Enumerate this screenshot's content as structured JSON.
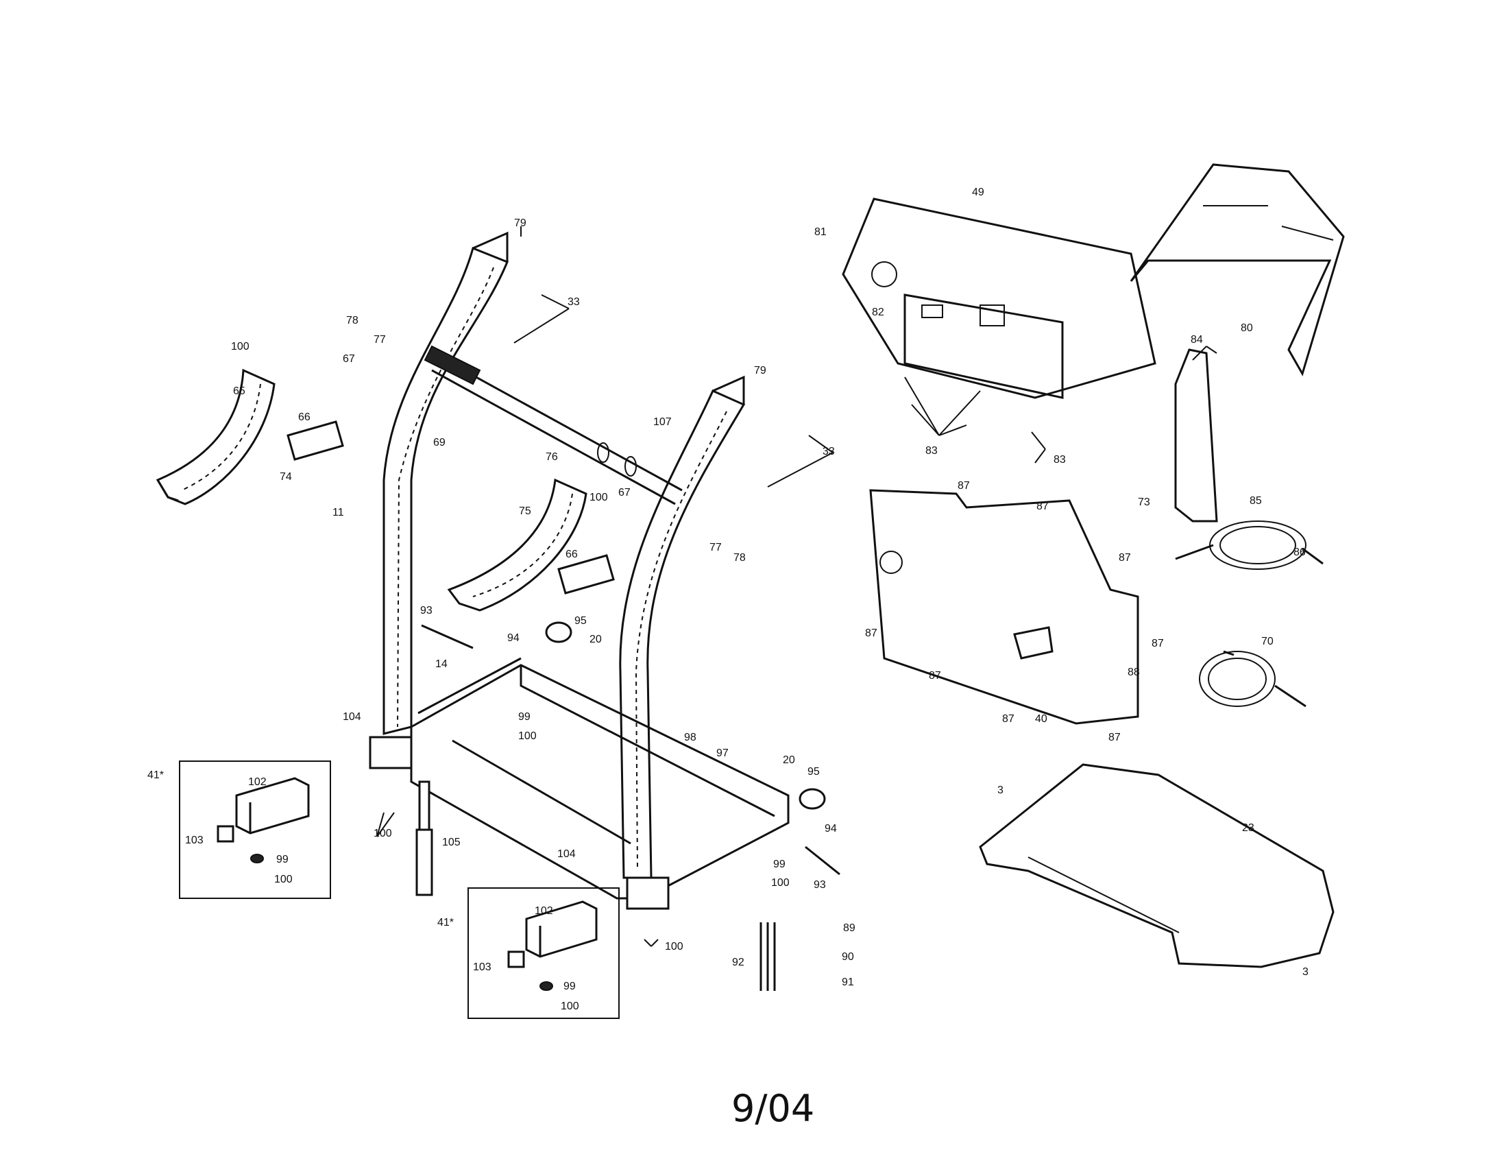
{
  "page_label": "9/04",
  "callouts": [
    {
      "id": "c79a",
      "text": "79"
    },
    {
      "id": "c33a",
      "text": "33"
    },
    {
      "id": "c78a",
      "text": "78"
    },
    {
      "id": "c77a",
      "text": "77"
    },
    {
      "id": "c100a",
      "text": "100"
    },
    {
      "id": "c67a",
      "text": "67"
    },
    {
      "id": "c65",
      "text": "65"
    },
    {
      "id": "c66a",
      "text": "66"
    },
    {
      "id": "c69",
      "text": "69"
    },
    {
      "id": "c74",
      "text": "74"
    },
    {
      "id": "c11",
      "text": "11"
    },
    {
      "id": "c76",
      "text": "76"
    },
    {
      "id": "c79b",
      "text": "79"
    },
    {
      "id": "c107",
      "text": "107"
    },
    {
      "id": "c33b",
      "text": "33"
    },
    {
      "id": "c75",
      "text": "75"
    },
    {
      "id": "c100b",
      "text": "100"
    },
    {
      "id": "c67b",
      "text": "67"
    },
    {
      "id": "c77b",
      "text": "77"
    },
    {
      "id": "c78b",
      "text": "78"
    },
    {
      "id": "c66b",
      "text": "66"
    },
    {
      "id": "c93a",
      "text": "93"
    },
    {
      "id": "c94a",
      "text": "94"
    },
    {
      "id": "c95a",
      "text": "95"
    },
    {
      "id": "c20a",
      "text": "20"
    },
    {
      "id": "c14",
      "text": "14"
    },
    {
      "id": "c104a",
      "text": "104"
    },
    {
      "id": "c99a",
      "text": "99"
    },
    {
      "id": "c100c",
      "text": "100"
    },
    {
      "id": "c41a",
      "text": "41*"
    },
    {
      "id": "c102a",
      "text": "102"
    },
    {
      "id": "c103a",
      "text": "103"
    },
    {
      "id": "c99b",
      "text": "99"
    },
    {
      "id": "c100d",
      "text": "100"
    },
    {
      "id": "c100e",
      "text": "100"
    },
    {
      "id": "c105",
      "text": "105"
    },
    {
      "id": "c98",
      "text": "98"
    },
    {
      "id": "c97",
      "text": "97"
    },
    {
      "id": "c20b",
      "text": "20"
    },
    {
      "id": "c95b",
      "text": "95"
    },
    {
      "id": "c94b",
      "text": "94"
    },
    {
      "id": "c104b",
      "text": "104"
    },
    {
      "id": "c99c",
      "text": "99"
    },
    {
      "id": "c100f",
      "text": "100"
    },
    {
      "id": "c93b",
      "text": "93"
    },
    {
      "id": "c100g",
      "text": "100"
    },
    {
      "id": "c41b",
      "text": "41*"
    },
    {
      "id": "c102b",
      "text": "102"
    },
    {
      "id": "c103b",
      "text": "103"
    },
    {
      "id": "c99d",
      "text": "99"
    },
    {
      "id": "c100h",
      "text": "100"
    },
    {
      "id": "c89",
      "text": "89"
    },
    {
      "id": "c92",
      "text": "92"
    },
    {
      "id": "c90",
      "text": "90"
    },
    {
      "id": "c91",
      "text": "91"
    },
    {
      "id": "c49",
      "text": "49"
    },
    {
      "id": "c81",
      "text": "81"
    },
    {
      "id": "c82",
      "text": "82"
    },
    {
      "id": "c83a",
      "text": "83"
    },
    {
      "id": "c83b",
      "text": "83"
    },
    {
      "id": "c80",
      "text": "80"
    },
    {
      "id": "c84",
      "text": "84"
    },
    {
      "id": "c73",
      "text": "73"
    },
    {
      "id": "c87a",
      "text": "87"
    },
    {
      "id": "c87b",
      "text": "87"
    },
    {
      "id": "c87c",
      "text": "87"
    },
    {
      "id": "c87d",
      "text": "87"
    },
    {
      "id": "c87e",
      "text": "87"
    },
    {
      "id": "c87f",
      "text": "87"
    },
    {
      "id": "c87g",
      "text": "87"
    },
    {
      "id": "c87h",
      "text": "87"
    },
    {
      "id": "c88",
      "text": "88"
    },
    {
      "id": "c40",
      "text": "40"
    },
    {
      "id": "c85",
      "text": "85"
    },
    {
      "id": "c86",
      "text": "86"
    },
    {
      "id": "c70",
      "text": "70"
    },
    {
      "id": "c3a",
      "text": "3"
    },
    {
      "id": "c23",
      "text": "23"
    },
    {
      "id": "c3b",
      "text": "3"
    }
  ]
}
